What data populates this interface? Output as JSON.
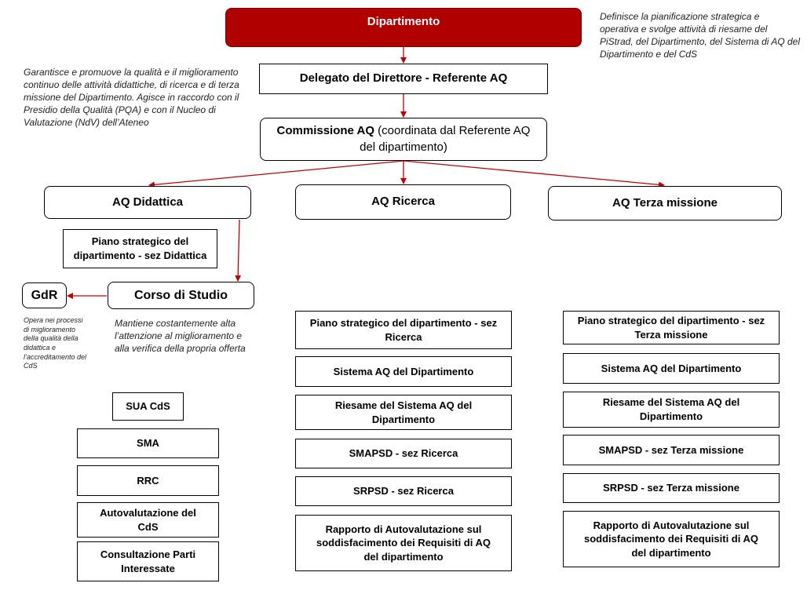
{
  "colors": {
    "department_fill": "#b00000",
    "arrow": "#c00000",
    "border": "#000000"
  },
  "department": {
    "label": "Dipartimento"
  },
  "delegate": {
    "label": "Delegato del Direttore - Referente AQ"
  },
  "commission": {
    "label_bold": "Commissione AQ",
    "label_rest": " (coordinata dal Referente AQ del dipartimento)"
  },
  "notes": {
    "department": "Definisce la pianificazione strategica e operativa e svolge attività di riesame del PiStrad, del Dipartimento, del Sistema di AQ del Dipartimento e del CdS",
    "delegate": "Garantisce e promuove la qualità e il miglioramento continuo delle attività didattiche, di ricerca e di terza missione del Dipartimento. Agisce in raccordo con il Presidio della Qualità (PQA) e con il Nucleo di Valutazione (NdV) dell’Ateneo",
    "gdr": "Opera nei processi di miglioramento della qualità della didattica e l’accreditamento del CdS",
    "corso": "Mantiene costantemente alta l’attenzione al miglioramento e alla verifica della propria offerta"
  },
  "areas": {
    "didattica": "AQ Didattica",
    "ricerca": "AQ Ricerca",
    "terza": "AQ Terza missione"
  },
  "didattica": {
    "piano": "Piano strategico del dipartimento - sez Didattica",
    "corso": "Corso di Studio",
    "gdr": "GdR",
    "docs": [
      "SUA CdS",
      "SMA",
      "RRC",
      "Autovalutazione del CdS",
      "Consultazione Parti Interessate"
    ]
  },
  "ricerca": {
    "docs": [
      "Piano strategico del dipartimento - sez Ricerca",
      "Sistema AQ del Dipartimento",
      "Riesame del Sistema AQ del Dipartimento",
      "SMAPSD - sez Ricerca",
      "SRPSD - sez Ricerca",
      "Rapporto di Autovalutazione sul soddisfacimento dei Requisiti di AQ del dipartimento"
    ]
  },
  "terza": {
    "docs": [
      "Piano strategico del dipartimento - sez Terza missione",
      "Sistema AQ del Dipartimento",
      "Riesame del Sistema AQ del Dipartimento",
      "SMAPSD - sez Terza missione",
      "SRPSD - sez Terza missione",
      "Rapporto di Autovalutazione sul soddisfacimento dei Requisiti di AQ del dipartimento"
    ]
  }
}
